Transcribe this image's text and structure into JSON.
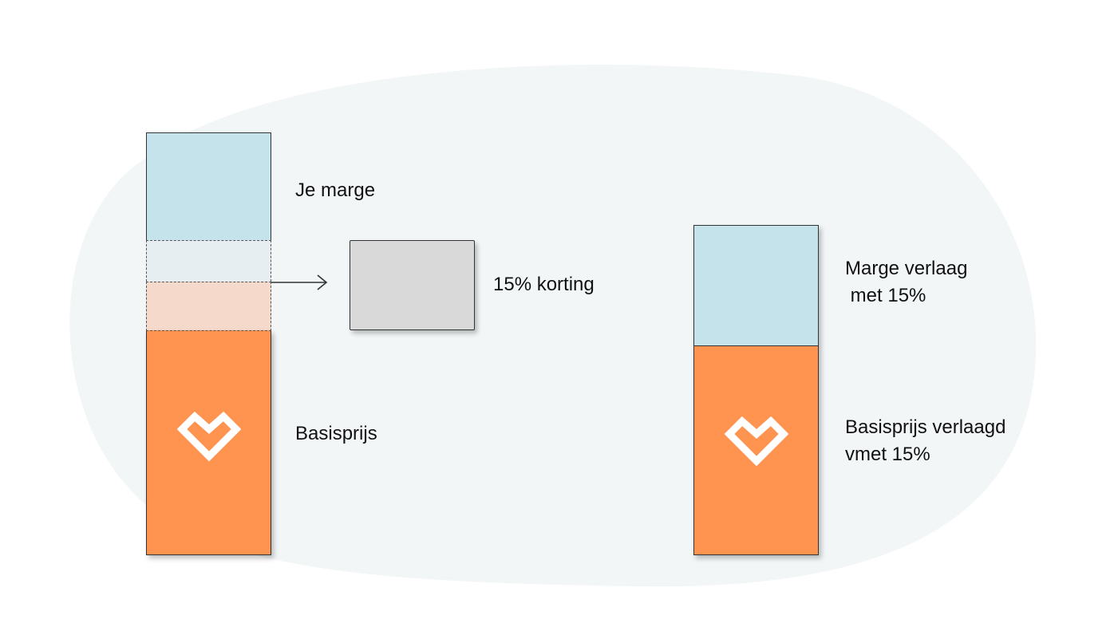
{
  "colors": {
    "background_blob": "#f2f6f7",
    "margin": "#c5e3ea",
    "margin_faded": "#e6eef1",
    "base_faded": "#f5d9ca",
    "base": "#ff9451",
    "discount_box": "#d9d9d9",
    "border": "#333333",
    "arrow": "#333333"
  },
  "left_bar": {
    "margin_label": "Je marge",
    "base_label": "Basisprijs",
    "logo_icon": "heart-diamond-icon"
  },
  "discount": {
    "label": "15% korting"
  },
  "right_bar": {
    "margin_label": "Marge verlaag\n met 15%",
    "base_label": "Basisprijs verlaagd\nvmet 15%",
    "logo_icon": "heart-diamond-icon"
  }
}
